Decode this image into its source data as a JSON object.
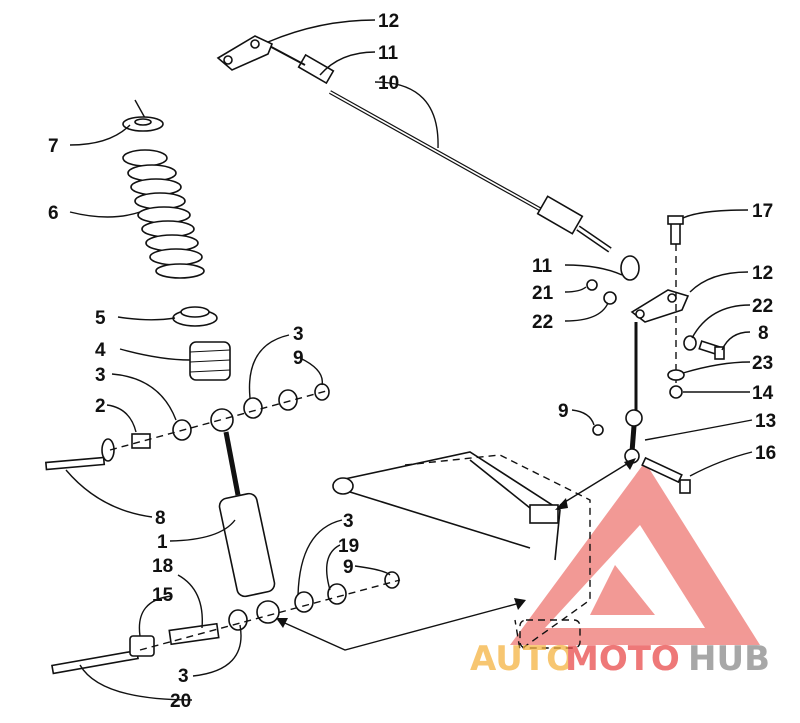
{
  "callouts": [
    {
      "id": "c12a",
      "text": "12"
    },
    {
      "id": "c11a",
      "text": "11"
    },
    {
      "id": "c10",
      "text": "10"
    },
    {
      "id": "c7",
      "text": "7"
    },
    {
      "id": "c6",
      "text": "6"
    },
    {
      "id": "c17",
      "text": "17"
    },
    {
      "id": "c11b",
      "text": "11"
    },
    {
      "id": "c12b",
      "text": "12"
    },
    {
      "id": "c21",
      "text": "21"
    },
    {
      "id": "c22a",
      "text": "22"
    },
    {
      "id": "c22b",
      "text": "22"
    },
    {
      "id": "c8a",
      "text": "8"
    },
    {
      "id": "c23",
      "text": "23"
    },
    {
      "id": "c14",
      "text": "14"
    },
    {
      "id": "c5",
      "text": "5"
    },
    {
      "id": "c3a",
      "text": "3"
    },
    {
      "id": "c9a",
      "text": "9"
    },
    {
      "id": "c4",
      "text": "4"
    },
    {
      "id": "c3b",
      "text": "3"
    },
    {
      "id": "c2",
      "text": "2"
    },
    {
      "id": "c9b",
      "text": "9"
    },
    {
      "id": "c13",
      "text": "13"
    },
    {
      "id": "c16",
      "text": "16"
    },
    {
      "id": "c8b",
      "text": "8"
    },
    {
      "id": "c1",
      "text": "1"
    },
    {
      "id": "c3c",
      "text": "3"
    },
    {
      "id": "c19",
      "text": "19"
    },
    {
      "id": "c9c",
      "text": "9"
    },
    {
      "id": "c18",
      "text": "18"
    },
    {
      "id": "c15",
      "text": "15"
    },
    {
      "id": "c3d",
      "text": "3"
    },
    {
      "id": "c20",
      "text": "20"
    }
  ],
  "watermark": {
    "word_auto": "AUTO",
    "word_moto": "MOTO",
    "word_hub": "HUB",
    "color_auto": "#f5b342",
    "color_moto": "#e94b4b",
    "color_hub": "#8a8a8a",
    "triangle_color": "#e8463f"
  }
}
